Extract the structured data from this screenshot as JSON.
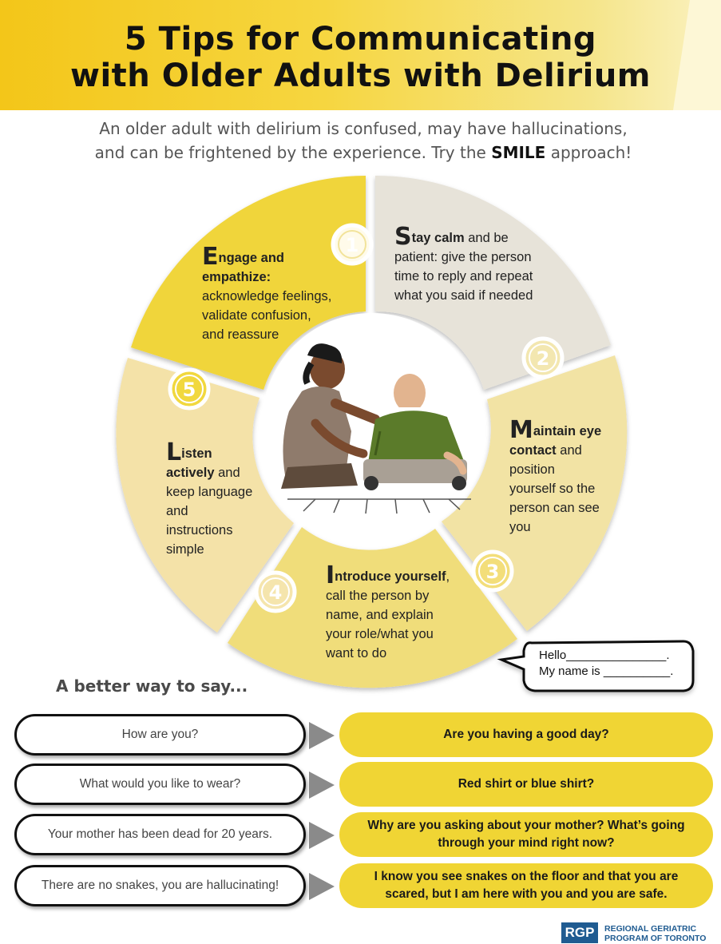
{
  "header": {
    "title_line1": "5 Tips for Communicating",
    "title_line2": "with Older Adults with Delirium"
  },
  "intro": {
    "line1": "An older adult with delirium is confused, may have hallucinations,",
    "line2_before": "and can be frightened by the experience. Try the ",
    "line2_bold": "SMILE",
    "line2_after": " approach!"
  },
  "tips": [
    {
      "number": "1",
      "letter": "S",
      "heading": "tay calm",
      "text1": " and be",
      "lines": [
        "patient: give the person",
        "time to reply and repeat",
        "what you said if needed"
      ]
    },
    {
      "number": "2",
      "letter": "M",
      "heading": "aintain eye",
      "heading2": "contact",
      "text1": " and",
      "lines": [
        "position",
        "yourself so the",
        "person can see",
        "you"
      ]
    },
    {
      "number": "3",
      "letter": "I",
      "heading": "ntroduce yourself",
      "text1": ",",
      "lines": [
        "call the person by",
        "name, and explain",
        "your role/what you",
        "want to do"
      ]
    },
    {
      "number": "4",
      "letter": "L",
      "heading": "isten",
      "heading2": "actively",
      "text1": " and",
      "lines": [
        "keep language",
        "and",
        "instructions",
        "simple"
      ]
    },
    {
      "number": "5",
      "letter": "E",
      "heading": "ngage and",
      "heading2": "empathize:",
      "lines": [
        "acknowledge feelings,",
        "validate confusion,",
        "and reassure"
      ]
    }
  ],
  "bubble": {
    "line1": "Hello_______________.",
    "line2": "My name is __________."
  },
  "better": {
    "title": "A better way to say...",
    "rows": [
      {
        "instead": "How are you?",
        "say": "Are you having a good day?"
      },
      {
        "instead": "What would you like to wear?",
        "say": "Red shirt or blue shirt?"
      },
      {
        "instead": "Your mother has been dead for 20 years.",
        "say": "Why are you asking about your mother? What’s going through your mind right now?"
      },
      {
        "instead": "There are no snakes, you are hallucinating!",
        "say": "I know you see snakes on the floor and that you are scared, but I am here with you and you are safe."
      }
    ]
  },
  "logo": {
    "abbr": "RGP",
    "line1": "REGIONAL GERIATRIC",
    "line2": "PROGRAM OF TORONTO"
  },
  "colors": {
    "banner_yellow": "#f3c619",
    "segment_1": "#e7e3d9",
    "segment_2": "#f2e3a4",
    "segment_3": "#f0dd7a",
    "segment_4": "#f4e2a8",
    "segment_5": "#f0d53a",
    "answer_pill": "#f0d534",
    "logo_blue": "#1f5b91"
  }
}
